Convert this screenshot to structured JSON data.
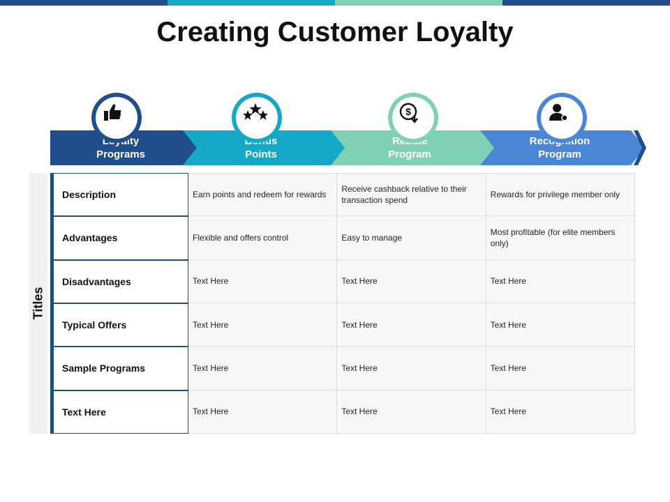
{
  "title": "Creating Customer Loyalty",
  "colors": {
    "navy": "#1f4e8a",
    "teal": "#13a9c6",
    "mint": "#7fd0b4",
    "blue": "#4a86d4",
    "row_border": "#1f4e79"
  },
  "columns": [
    {
      "label": "Loyalty Programs",
      "line1": "Loyalty",
      "line2": "Programs",
      "icon": "thumbs-up-icon"
    },
    {
      "label": "Bonus Points",
      "line1": "Bonus",
      "line2": "Points",
      "icon": "stars-icon"
    },
    {
      "label": "Rebate Program",
      "line1": "Rebate",
      "line2": "Program",
      "icon": "dollar-refresh-icon"
    },
    {
      "label": "Recognition Program",
      "line1": "Recognition",
      "line2": "Program",
      "icon": "user-check-icon"
    }
  ],
  "side_title": "Titles",
  "rows": [
    {
      "head": "Description",
      "cells": [
        "Earn points and redeem for rewards",
        "Receive cashback relative to their transaction spend",
        "Rewards for privilege   member only"
      ]
    },
    {
      "head": "Advantages",
      "cells": [
        "Flexible and offers control",
        "Easy to manage",
        "Most profitable (for elite members only)"
      ]
    },
    {
      "head": "Disadvantages",
      "cells": [
        "Text Here",
        "Text Here",
        "Text Here"
      ]
    },
    {
      "head": "Typical Offers",
      "cells": [
        "Text Here",
        "Text Here",
        "Text Here"
      ]
    },
    {
      "head": "Sample Programs",
      "cells": [
        "Text Here",
        "Text Here",
        "Text Here"
      ]
    },
    {
      "head": "Text Here",
      "cells": [
        "Text Here",
        "Text Here",
        "Text Here"
      ]
    }
  ]
}
